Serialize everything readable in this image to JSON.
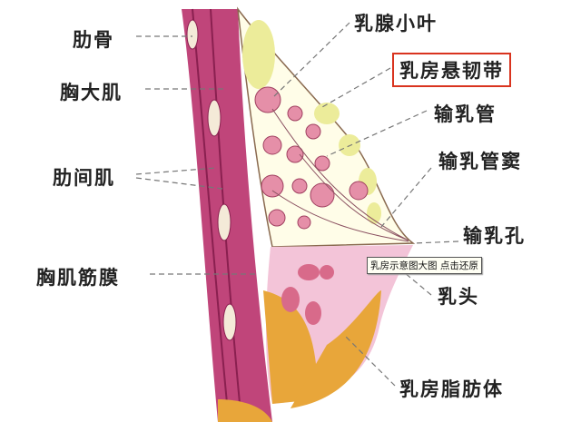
{
  "labels_left": [
    "肋骨",
    "胸大肌",
    "肋间肌",
    "胸肌筋膜"
  ],
  "labels_right": [
    "乳腺小叶",
    "乳房悬韧带",
    "输乳管",
    "输乳管窦",
    "输乳孔",
    "乳头",
    "乳房脂肪体"
  ],
  "highlighted_label": "乳房悬韧带",
  "tooltip": "乳房示意图大图  点击还原",
  "colors": {
    "highlight_border": "#d9341f",
    "muscle": "#c0457a",
    "fat": "#e8a63a",
    "gland": "#e58fa8",
    "yellow_fat": "#ecec9a"
  }
}
